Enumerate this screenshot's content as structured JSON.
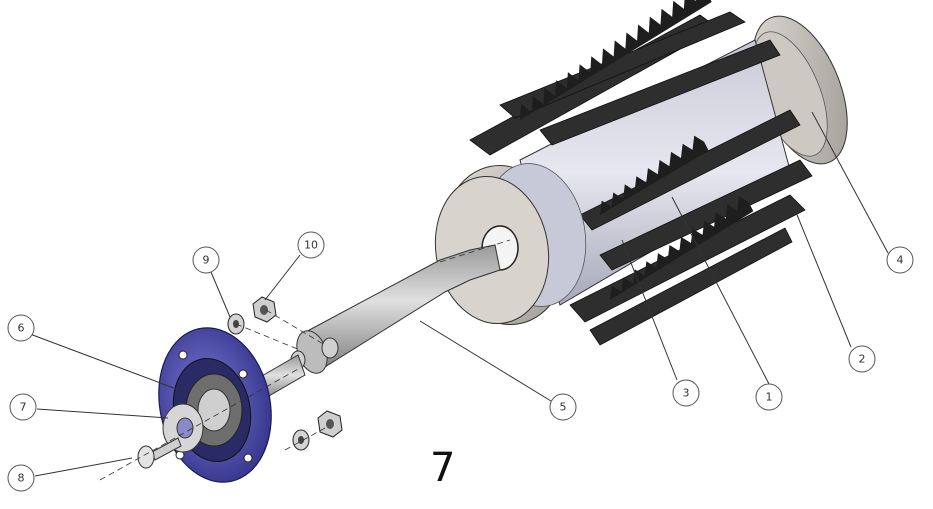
{
  "view_number": "7",
  "balloons": [
    {
      "id": "b1",
      "label": "1"
    },
    {
      "id": "b2",
      "label": "2"
    },
    {
      "id": "b3",
      "label": "3"
    },
    {
      "id": "b4",
      "label": "4"
    },
    {
      "id": "b5",
      "label": "5"
    },
    {
      "id": "b6",
      "label": "6"
    },
    {
      "id": "b7",
      "label": "7"
    },
    {
      "id": "b8",
      "label": "8"
    },
    {
      "id": "b9",
      "label": "9"
    },
    {
      "id": "b10",
      "label": "10"
    }
  ]
}
